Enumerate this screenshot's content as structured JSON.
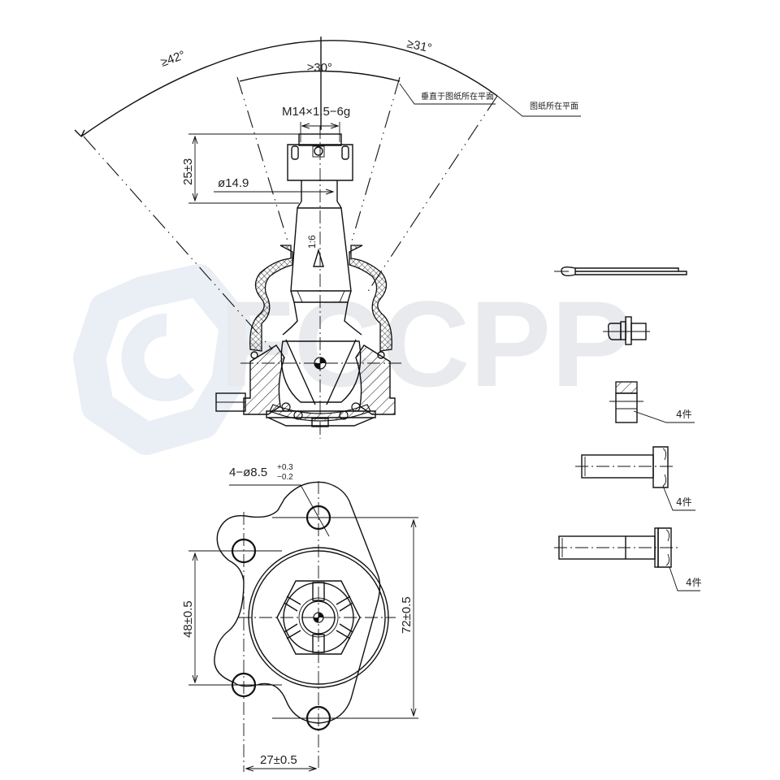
{
  "drawing": {
    "subject": "Ball joint technical drawing",
    "watermark": {
      "text": "FCCPP",
      "logo": "hex-nut-logo",
      "color": "#e8ecf3"
    },
    "side_view": {
      "angles": {
        "outer_left": "≥42°",
        "outer_right": "≥31°",
        "inner": "≥30°"
      },
      "thread_spec": "M14×1.5−6g",
      "height_dim": "25±3",
      "diameter_dim": "ø14.9",
      "taper": "1:6",
      "note_perpendicular": "垂直于图纸所在平面",
      "note_in_plane": "图纸所在平面"
    },
    "bottom_view": {
      "holes_dim": "4−ø8.5",
      "holes_tol_upper": "+0.3",
      "holes_tol_lower": "−0.2",
      "vertical_inner_dim": "48±0.5",
      "vertical_outer_dim": "72±0.5",
      "horizontal_dim": "27±0.5"
    },
    "parts": [
      {
        "name": "cotter-pin",
        "qty": ""
      },
      {
        "name": "grease-fitting",
        "qty": ""
      },
      {
        "name": "lock-nut",
        "qty": "4件"
      },
      {
        "name": "short-bolt",
        "qty": "4件"
      },
      {
        "name": "long-bolt",
        "qty": "4件"
      }
    ]
  }
}
